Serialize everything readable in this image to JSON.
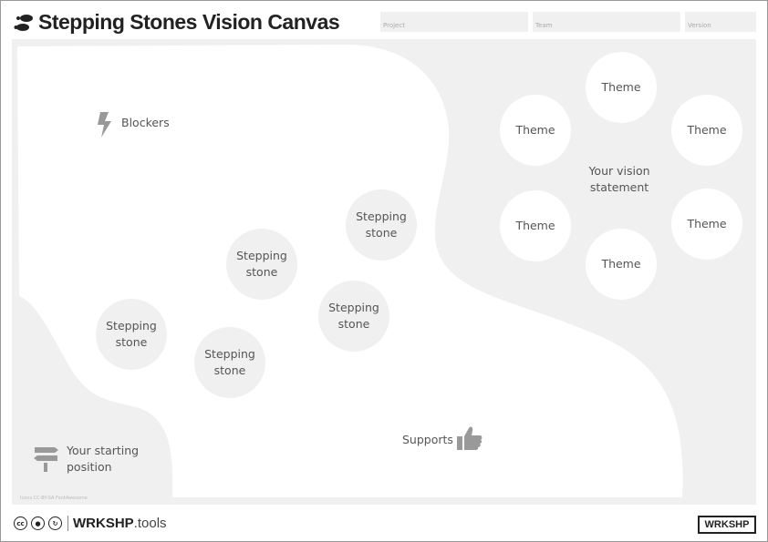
{
  "header": {
    "title": "Stepping Stones Vision Canvas",
    "icon": "footprints-icon",
    "fields": [
      {
        "label": "Project"
      },
      {
        "label": "Team"
      },
      {
        "label": "Version"
      }
    ]
  },
  "canvas": {
    "blockers": {
      "label": "Blockers",
      "icon": "bolt-icon"
    },
    "supports": {
      "label": "Supports",
      "icon": "thumbs-up-icon"
    },
    "start": {
      "label_line1": "Your starting",
      "label_line2": "position",
      "icon": "signpost-icon"
    },
    "vision": {
      "line1": "Your vision",
      "line2": "statement"
    },
    "stones": [
      {
        "l1": "Stepping",
        "l2": "stone"
      },
      {
        "l1": "Stepping",
        "l2": "stone"
      },
      {
        "l1": "Stepping",
        "l2": "stone"
      },
      {
        "l1": "Stepping",
        "l2": "stone"
      },
      {
        "l1": "Stepping",
        "l2": "stone"
      }
    ],
    "themes": [
      "Theme",
      "Theme",
      "Theme",
      "Theme",
      "Theme",
      "Theme"
    ],
    "credit": "Icons CC-BY-SA FontAwesome"
  },
  "footer": {
    "brand_bold": "WRKSHP",
    "brand_suffix": ".tools",
    "logo": "WRKSHP",
    "license_icons": [
      "cc",
      "by",
      "sa"
    ]
  }
}
